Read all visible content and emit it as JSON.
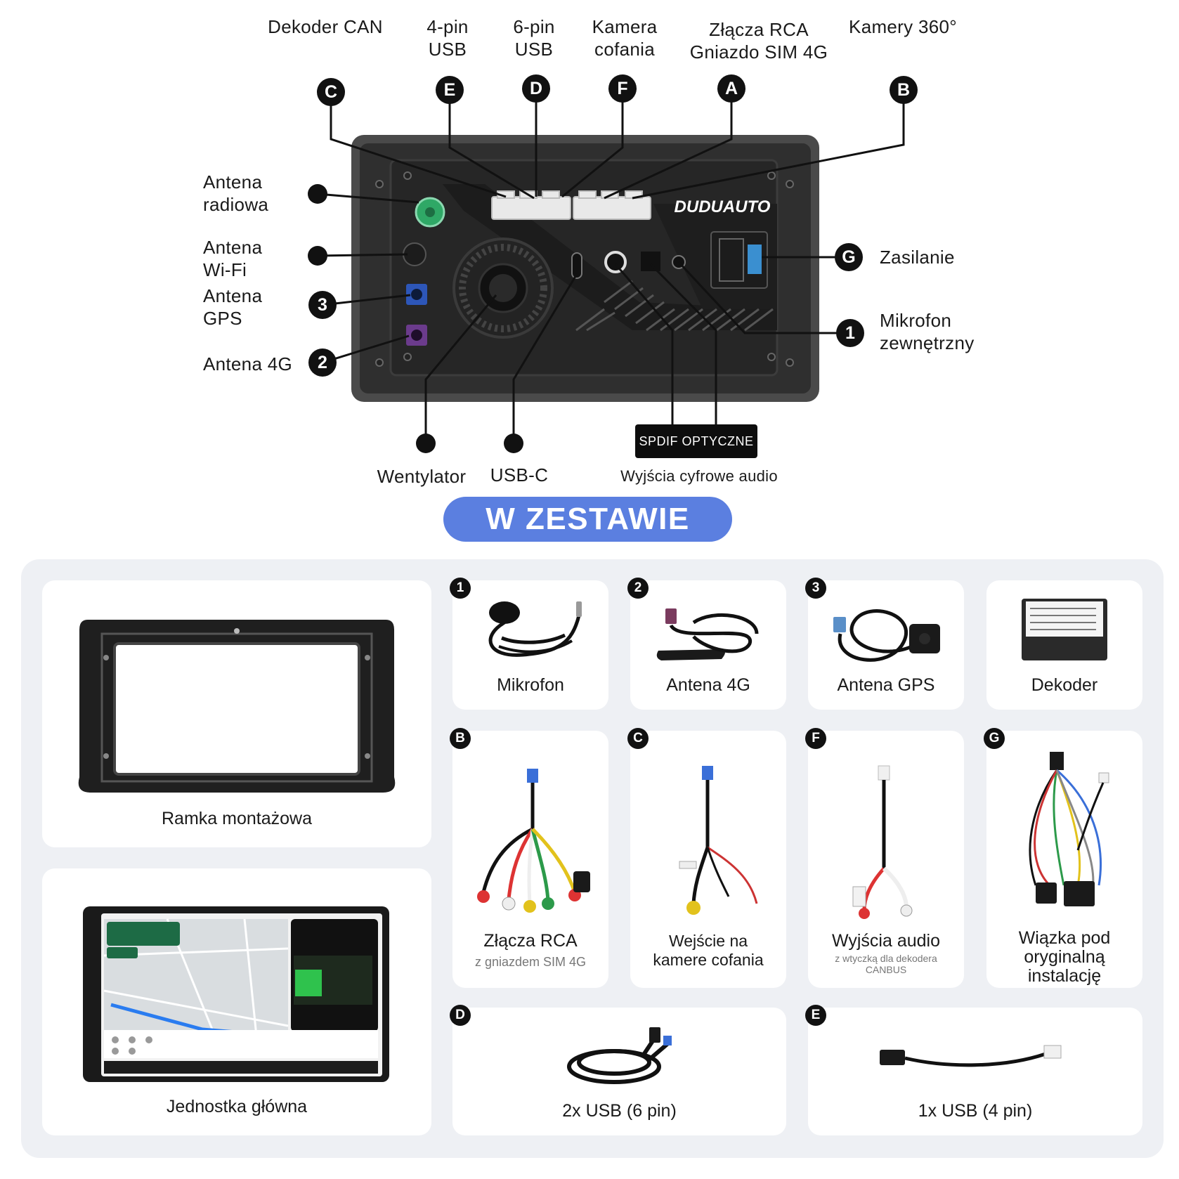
{
  "top_labels": {
    "dekoder_can": [
      "Dekoder CAN"
    ],
    "usb4": [
      "4-pin",
      "USB"
    ],
    "usb6": [
      "6-pin",
      "USB"
    ],
    "kamera": [
      "Kamera",
      "cofania"
    ],
    "rca": [
      "Złącza RCA",
      "Gniazdo SIM 4G"
    ],
    "kamery360": [
      "Kamery 360°"
    ]
  },
  "left_labels": {
    "radio": [
      "Antena",
      "radiowa"
    ],
    "wifi": [
      "Antena",
      "Wi-Fi"
    ],
    "gps": [
      "Antena",
      "GPS"
    ],
    "lte": [
      "Antena 4G"
    ]
  },
  "right_labels": {
    "power": [
      "Zasilanie"
    ],
    "mic": [
      "Mikrofon",
      "zewnętrzny"
    ]
  },
  "bottom_labels": {
    "fan": "Wentylator",
    "usbc": "USB-C",
    "spdif": "SPDIF  OPTYCZNE",
    "digital_audio": "Wyjścia cyfrowe audio"
  },
  "badges": {
    "C": "C",
    "E": "E",
    "D": "D",
    "F": "F",
    "A": "A",
    "B": "B",
    "G": "G",
    "one": "1",
    "two": "2",
    "three": "3"
  },
  "brand_logo": "DUDUAUTO",
  "section_title": "W ZESTAWIE",
  "kit": {
    "frame": {
      "caption": "Ramka montażowa"
    },
    "head_unit": {
      "caption": "Jednostka główna"
    },
    "mic": {
      "badge": "1",
      "caption": "Mikrofon"
    },
    "antenna_4g": {
      "badge": "2",
      "caption": "Antena 4G"
    },
    "antenna_gps": {
      "badge": "3",
      "caption": "Antena GPS"
    },
    "decoder": {
      "caption": "Dekoder"
    },
    "rca": {
      "badge": "B",
      "caption": "Złącza RCA",
      "sub": "z gniazdem SIM 4G"
    },
    "camera": {
      "badge": "C",
      "caption": [
        "Wejście na",
        "kamere cofania"
      ]
    },
    "audio": {
      "badge": "F",
      "caption": "Wyjścia audio",
      "sub": [
        "z wtyczką dla dekodera",
        "CANBUS"
      ]
    },
    "harness": {
      "badge": "G",
      "caption": [
        "Wiązka pod",
        "oryginalną",
        "instalację"
      ]
    },
    "usb6": {
      "badge": "D",
      "caption": "2x USB (6 pin)"
    },
    "usb4": {
      "badge": "E",
      "caption": "1x USB (4 pin)"
    }
  },
  "colors": {
    "accent": "#5b7fe0",
    "panel_bg": "#eef0f4",
    "unit_body": "#3a3a3a",
    "badge": "#111111"
  }
}
